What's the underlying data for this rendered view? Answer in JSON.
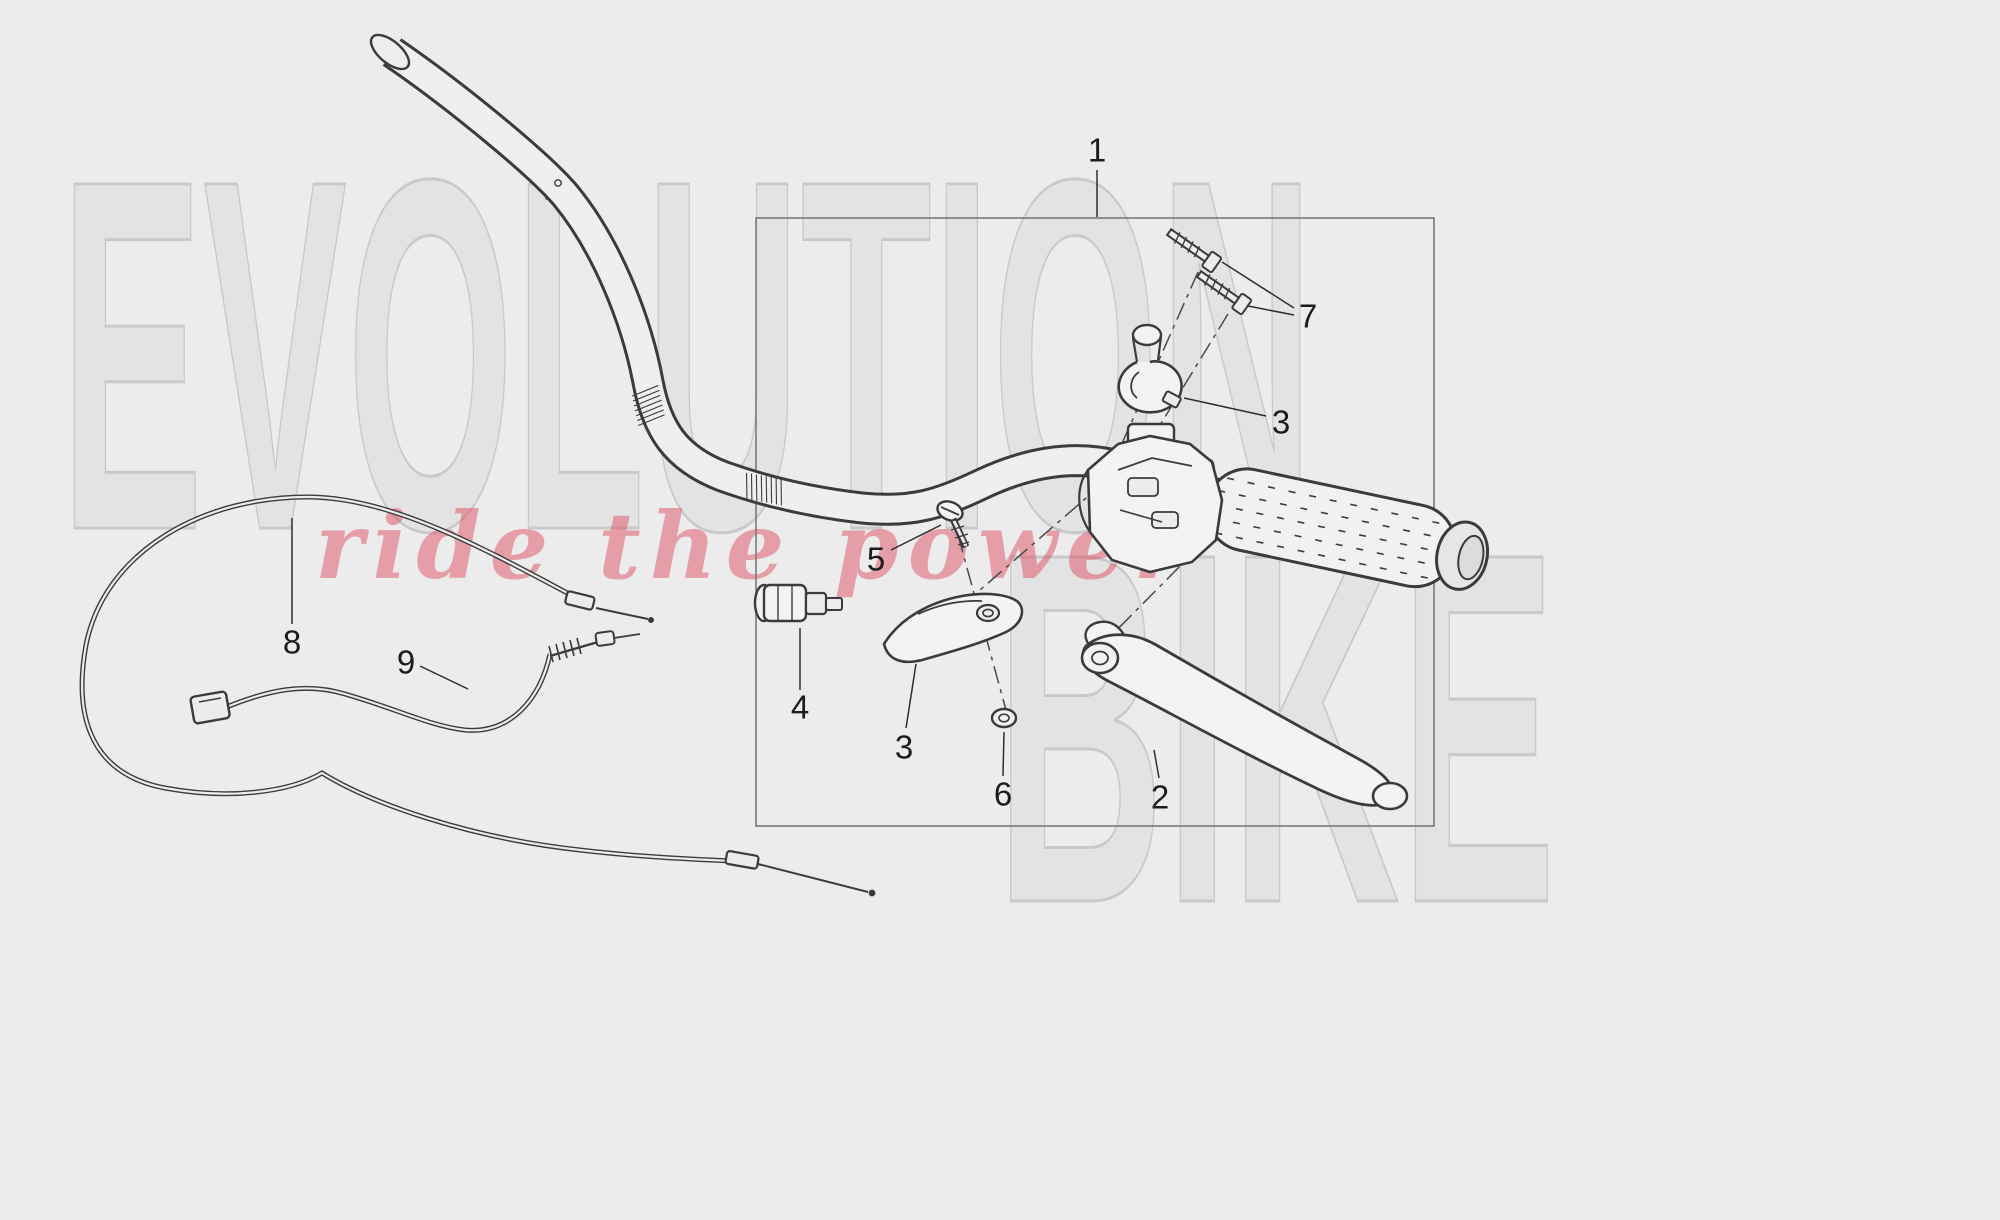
{
  "watermark": {
    "top": "EVOLUTION",
    "bottom": "BIKE",
    "tagline": "ride the power"
  },
  "colors": {
    "background": "#ececec",
    "line_art": "#3b3b3b",
    "watermark_fill": "#e3e3e3",
    "watermark_stroke": "#c9c9c9",
    "tagline_red": "#de5064",
    "detail_box_border": "#7a7a7a",
    "label_text": "#1c1c1c"
  },
  "parts": [
    {
      "number": "1"
    },
    {
      "number": "7"
    },
    {
      "number": "3"
    },
    {
      "number": "5"
    },
    {
      "number": "4"
    },
    {
      "number": "3"
    },
    {
      "number": "6"
    },
    {
      "number": "2"
    },
    {
      "number": "8"
    },
    {
      "number": "9"
    }
  ]
}
